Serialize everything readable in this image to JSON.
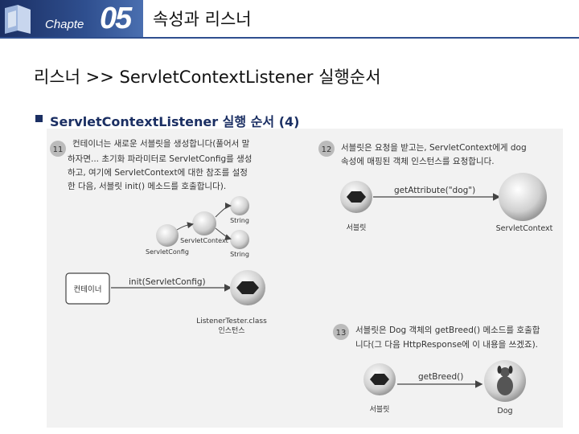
{
  "header": {
    "chapter_word": "Chapte",
    "chapter_number": "05",
    "chapter_title": "속성과 리스너"
  },
  "slide": {
    "title": "리스너 >> ServletContextListener 실행순서",
    "bullet": "ServletContextListener 실행 순서 (4)"
  },
  "figure": {
    "step11": {
      "number": "11",
      "note_line1": "컨테이너는 새로운 서블릿을 생성합니다(풀어서 말",
      "note_line2": "하자면... 초기화 파라미터로 ServletConfig를 생성",
      "note_line3": "하고, 여기에 ServletContext에 대한 참조를 설정",
      "note_line4": "한 다음, 서블릿 init() 메소드를 호출합니다).",
      "string_label_top": "String",
      "string_label_bottom": "String",
      "servlet_context_label": "ServletContext",
      "servlet_config_label": "ServletConfig",
      "container_label": "컨테이너",
      "init_call": "init(ServletConfig)",
      "instance_label_line1": "ListenerTester.class",
      "instance_label_line2": "인스턴스"
    },
    "step12": {
      "number": "12",
      "note_line1": "서블릿은 요청을 받고는, ServletContext에게 dog",
      "note_line2": "속성에 매핑된 객체 인스턴스를 요청합니다.",
      "call": "getAttribute(\"dog\")",
      "servlet_label": "서블릿",
      "context_label": "ServletContext"
    },
    "step13": {
      "number": "13",
      "note_line1": "서블릿은 Dog 객체의 getBreed() 메소드를 호출합",
      "note_line2": "니다(그 다음 HttpResponse에 이 내용을 쓰겠죠).",
      "call": "getBreed()",
      "servlet_label": "서블릿",
      "dog_label": "Dog"
    }
  }
}
